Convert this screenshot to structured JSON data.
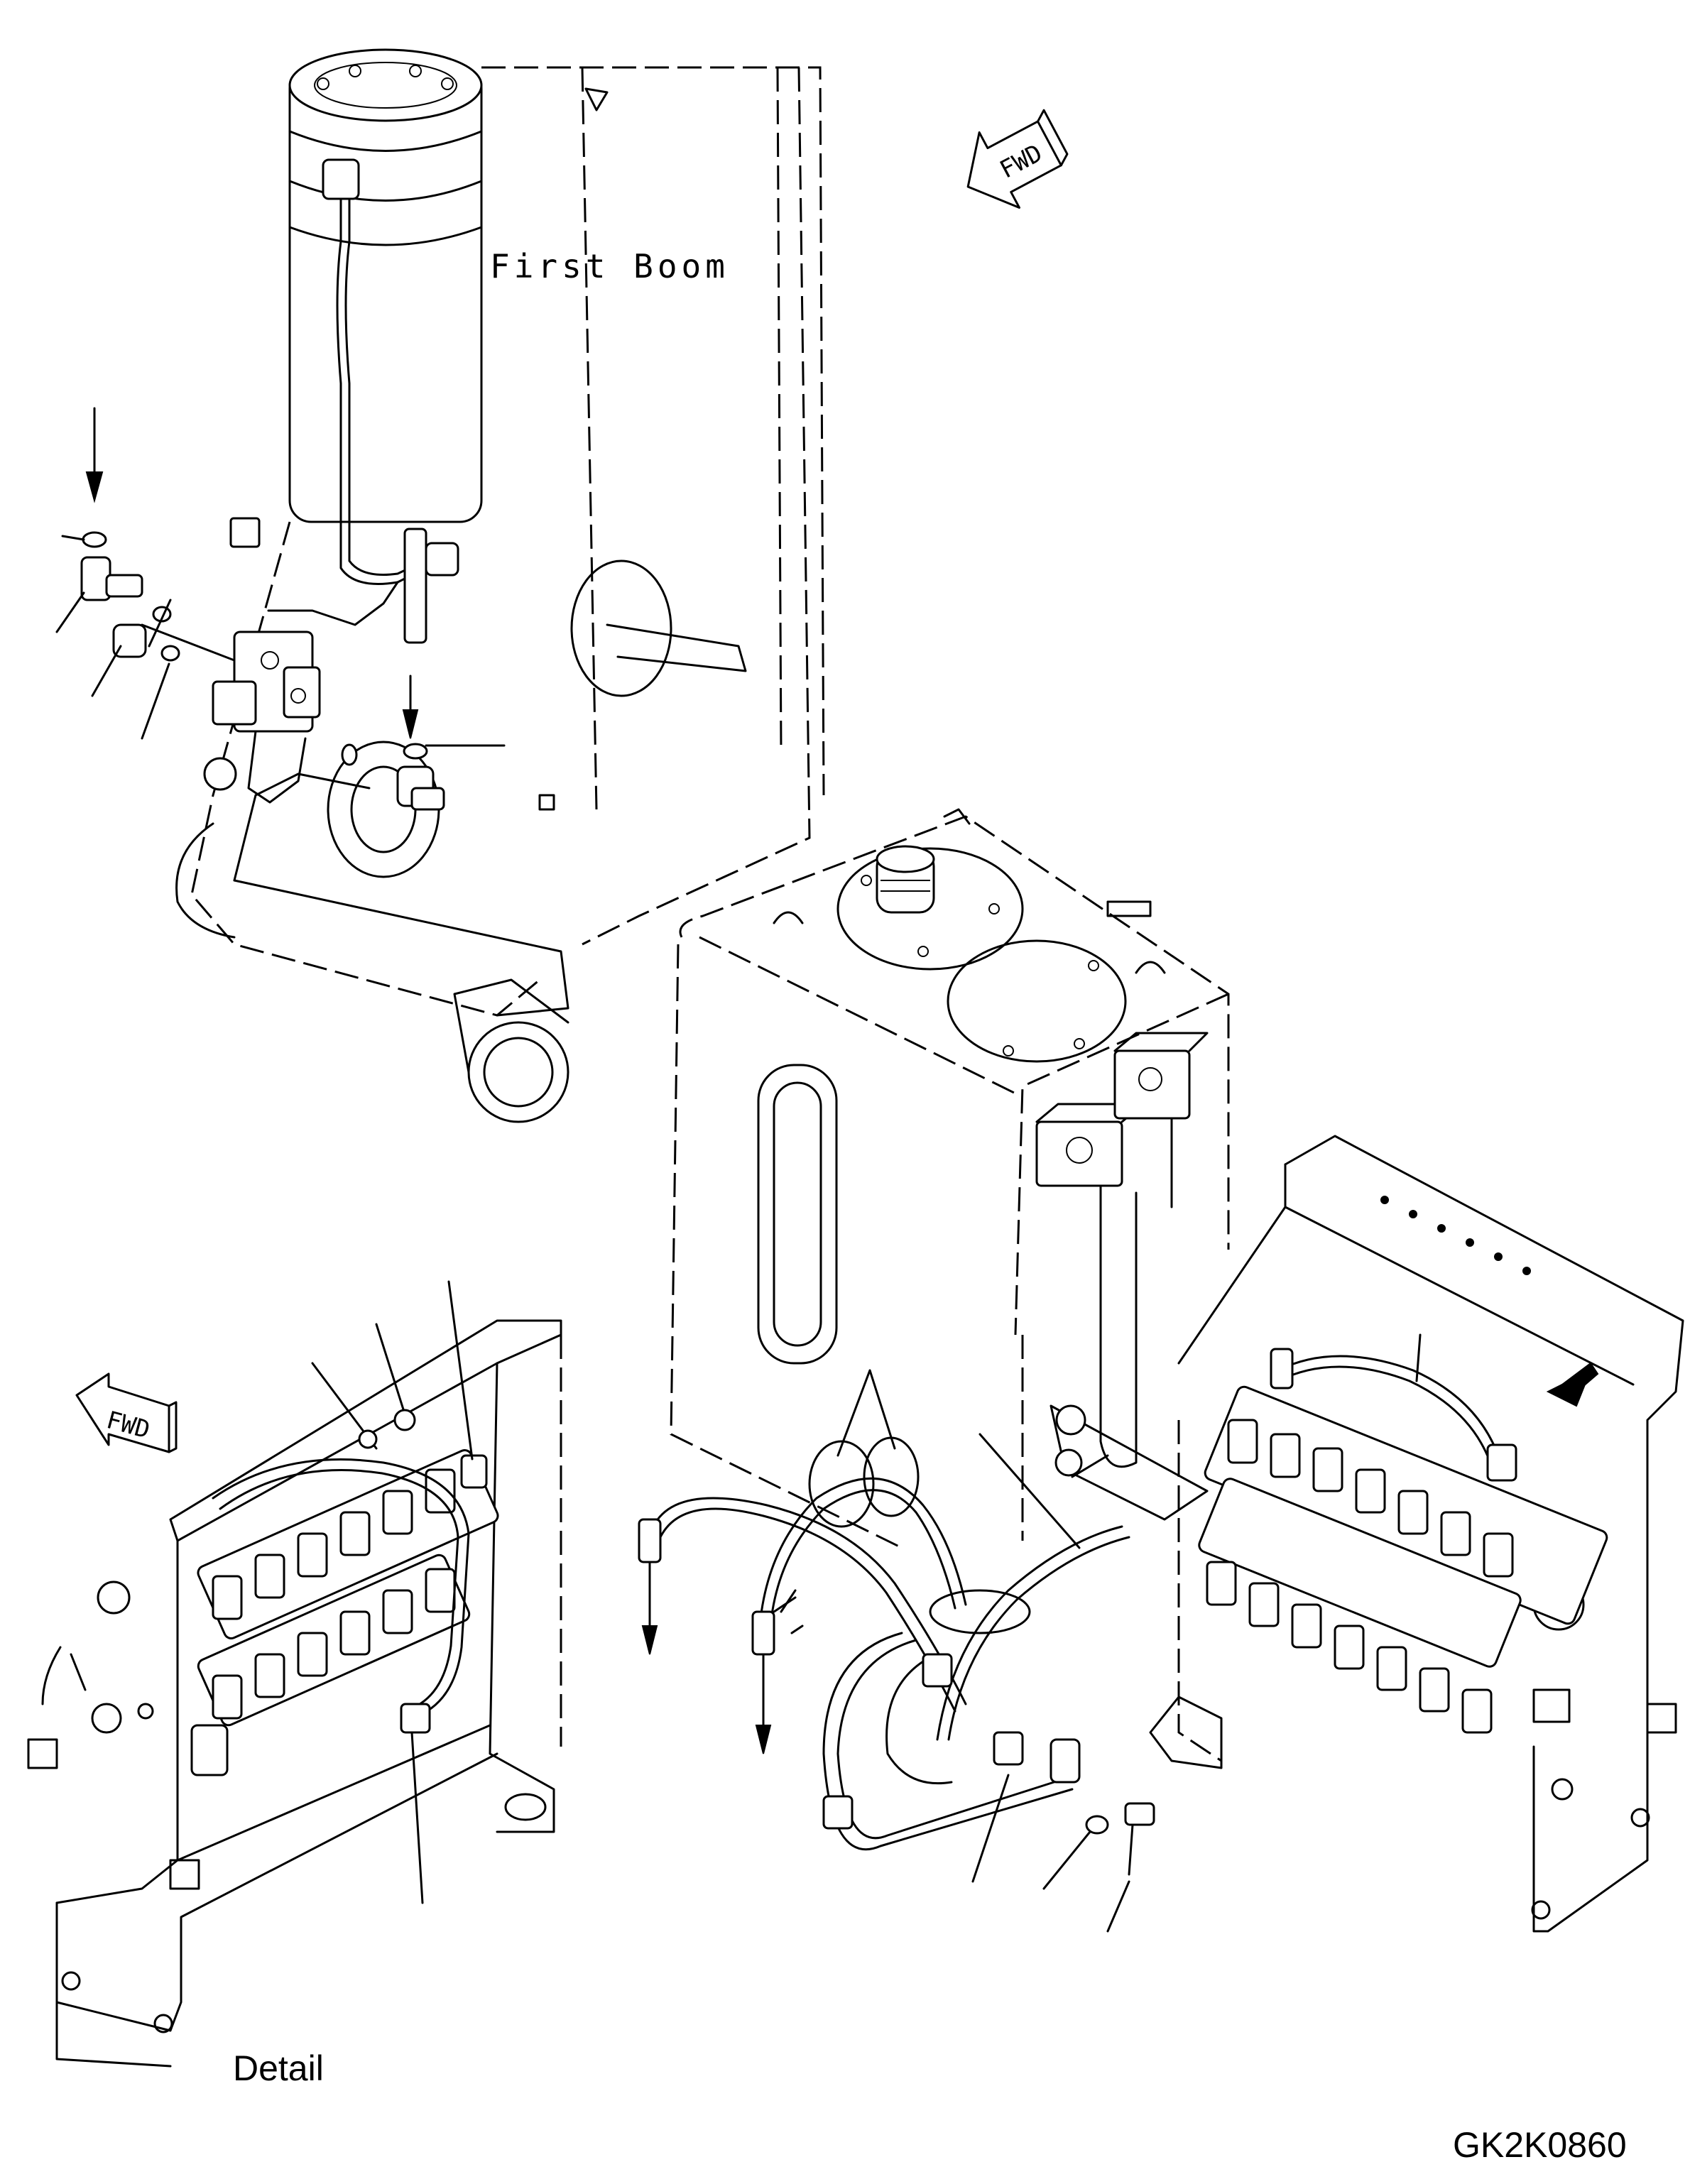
{
  "labels": {
    "first_boom": "First Boom",
    "fwd_top": "FWD",
    "fwd_detail": "FWD",
    "detail": "Detail",
    "drawing_code": "GK2K0860"
  },
  "colors": {
    "ink": "#000000",
    "paper": "#ffffff"
  }
}
